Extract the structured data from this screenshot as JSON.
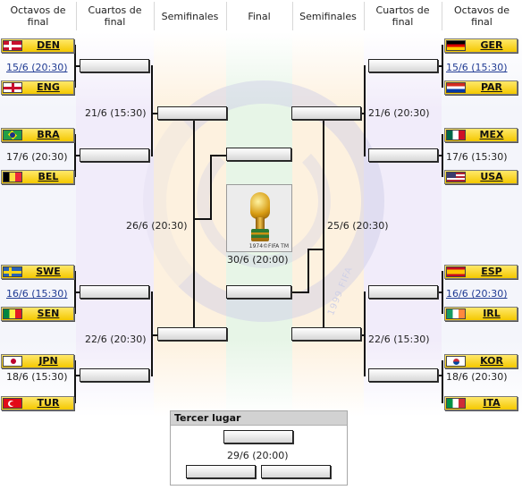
{
  "headers": {
    "round_of_16": "Octavos de\nfinal",
    "quarterfinals": "Cuartos de\nfinal",
    "semifinals": "Semifinales",
    "final": "Final"
  },
  "left": {
    "matches": [
      {
        "home": "DEN",
        "away": "ENG",
        "date": "15/6 (20:30)",
        "date_link": true
      },
      {
        "home": "BRA",
        "away": "BEL",
        "date": "17/6 (20:30)",
        "date_link": false
      },
      {
        "home": "SWE",
        "away": "SEN",
        "date": "16/6 (15:30)",
        "date_link": true
      },
      {
        "home": "JPN",
        "away": "TUR",
        "date": "18/6 (15:30)",
        "date_link": false
      }
    ],
    "quarter_dates": [
      "21/6 (15:30)",
      "22/6 (20:30)"
    ],
    "semi_date": "26/6 (20:30)"
  },
  "right": {
    "matches": [
      {
        "home": "GER",
        "away": "PAR",
        "date": "15/6 (15:30)",
        "date_link": true
      },
      {
        "home": "MEX",
        "away": "USA",
        "date": "17/6 (15:30)",
        "date_link": false
      },
      {
        "home": "ESP",
        "away": "IRL",
        "date": "16/6 (20:30)",
        "date_link": true
      },
      {
        "home": "KOR",
        "away": "ITA",
        "date": "18/6 (20:30)",
        "date_link": false
      }
    ],
    "quarter_dates": [
      "21/6 (20:30)",
      "22/6 (15:30)"
    ],
    "semi_date": "25/6 (20:30)"
  },
  "final": {
    "date": "30/6 (20:00)",
    "trophy_caption": "1974©FIFA TM"
  },
  "third_place": {
    "title": "Tercer lugar",
    "date": "29/6 (20:00)"
  },
  "watermark": "1999 FIFA",
  "colors": {
    "team_fill": "#f4c800",
    "col_octavos": "#f4f5fb",
    "col_cuartos": "#f1ecfa",
    "col_semis": "#fdf1df",
    "col_final": "#e7f5e7"
  },
  "flags": {
    "DEN": "denmark-flag",
    "ENG": "england-flag",
    "BRA": "brazil-flag",
    "BEL": "belgium-flag",
    "SWE": "sweden-flag",
    "SEN": "senegal-flag",
    "JPN": "japan-flag",
    "TUR": "turkey-flag",
    "GER": "germany-flag",
    "PAR": "paraguay-flag",
    "MEX": "mexico-flag",
    "USA": "usa-flag",
    "ESP": "spain-flag",
    "IRL": "ireland-flag",
    "KOR": "korea-flag",
    "ITA": "italy-flag"
  }
}
